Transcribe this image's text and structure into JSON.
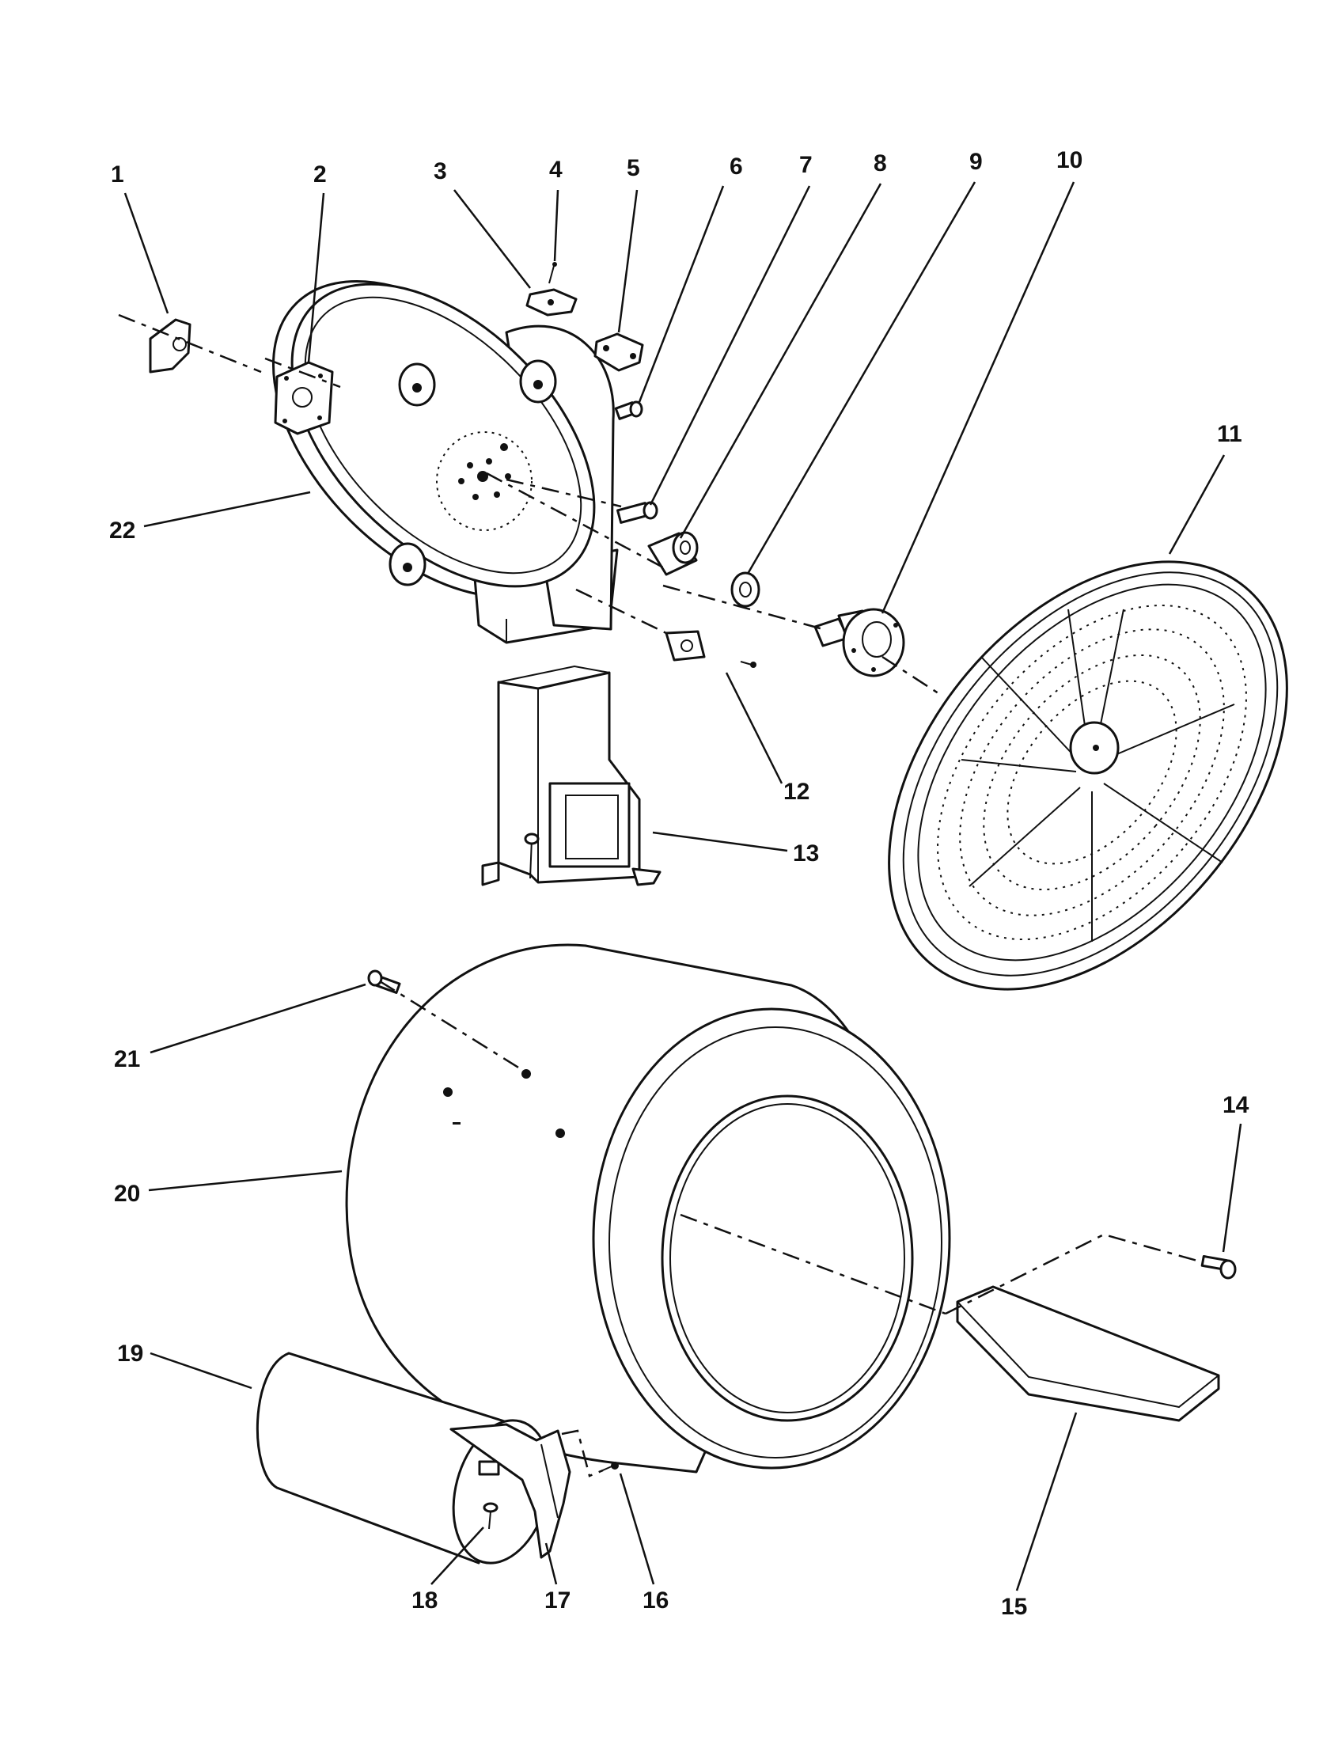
{
  "diagram": {
    "type": "exploded-parts-view",
    "callouts": [
      {
        "number": "1",
        "part": "bracket"
      },
      {
        "number": "2",
        "part": "bearing-plate"
      },
      {
        "number": "3",
        "part": "clip"
      },
      {
        "number": "4",
        "part": "screw"
      },
      {
        "number": "5",
        "part": "clip"
      },
      {
        "number": "6",
        "part": "screw"
      },
      {
        "number": "7",
        "part": "screw"
      },
      {
        "number": "8",
        "part": "bearing"
      },
      {
        "number": "9",
        "part": "washer"
      },
      {
        "number": "10",
        "part": "shaft"
      },
      {
        "number": "11",
        "part": "drum-back"
      },
      {
        "number": "12",
        "part": "bracket"
      },
      {
        "number": "13",
        "part": "duct"
      },
      {
        "number": "14",
        "part": "screw"
      },
      {
        "number": "15",
        "part": "baffle"
      },
      {
        "number": "16",
        "part": "screw"
      },
      {
        "number": "17",
        "part": "bracket"
      },
      {
        "number": "18",
        "part": "screw"
      },
      {
        "number": "19",
        "part": "heater"
      },
      {
        "number": "20",
        "part": "drum"
      },
      {
        "number": "21",
        "part": "screw"
      },
      {
        "number": "22",
        "part": "bulkhead"
      }
    ]
  }
}
